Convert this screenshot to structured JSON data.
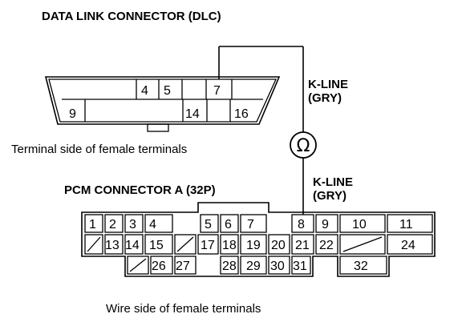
{
  "dlc": {
    "title": "DATA LINK CONNECTOR (DLC)",
    "caption": "Terminal side of female terminals",
    "top_pins": [
      "4",
      "5",
      "7"
    ],
    "bottom_pins": [
      "9",
      "14",
      "16"
    ]
  },
  "meter": {
    "symbol": "Ω",
    "label_top_1": "K-LINE",
    "label_top_2": "(GRY)",
    "label_bottom_1": "K-LINE",
    "label_bottom_2": "(GRY)"
  },
  "pcm": {
    "title": "PCM CONNECTOR A (32P)",
    "caption": "Wire side of female terminals",
    "row1": [
      "1",
      "2",
      "3",
      "4",
      "5",
      "6",
      "7",
      "8",
      "9",
      "10",
      "11"
    ],
    "row2": [
      "13",
      "14",
      "15",
      "17",
      "18",
      "19",
      "20",
      "21",
      "22",
      "24"
    ],
    "row3": [
      "26",
      "27",
      "28",
      "29",
      "30",
      "31",
      "32"
    ]
  }
}
